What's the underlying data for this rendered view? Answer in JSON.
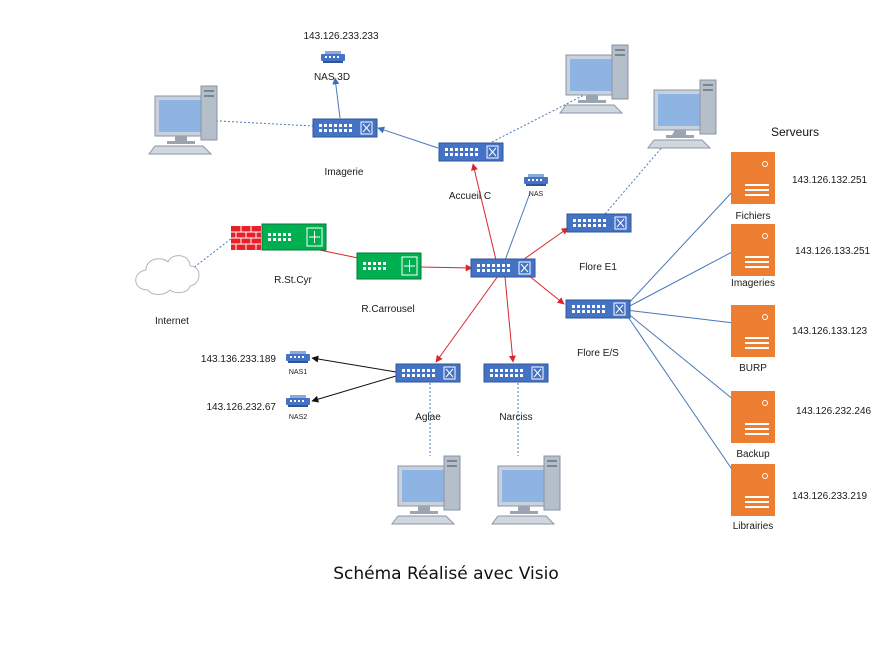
{
  "caption": "Schéma Réalisé avec Visio",
  "servers_heading": "Serveurs",
  "labels": {
    "nas3d_ip": "143.126.233.233",
    "nas3d": "NAS 3D",
    "imagerie": "Imagerie",
    "accueil": "Accueil C",
    "nas_small": "NAS",
    "flore_e1": "Flore E1",
    "flore_es": "Flore E/S",
    "rstcyr": "R.St.Cyr",
    "rcarrousel": "R.Carrousel",
    "internet": "Internet",
    "aglae": "Aglae",
    "narciss": "Narciss",
    "nas1": "NAS1",
    "nas1_ip": "143.136.233.189",
    "nas2": "NAS2",
    "nas2_ip": "143.126.232.67"
  },
  "servers": [
    {
      "name": "Fichiers",
      "ip": "143.126.132.251"
    },
    {
      "name": "Imageries",
      "ip": "143.126.133.251"
    },
    {
      "name": "BURP",
      "ip": "143.126.133.123"
    },
    {
      "name": "Backup",
      "ip": "143.126.232.246"
    },
    {
      "name": "Librairies",
      "ip": "143.126.233.219"
    }
  ],
  "colors": {
    "switch": "#4472c4",
    "router": "#00b050",
    "firewall": "#e8202a",
    "server": "#ed7d31",
    "link_red": "#d9262d",
    "link_blue": "#4a78b8"
  }
}
